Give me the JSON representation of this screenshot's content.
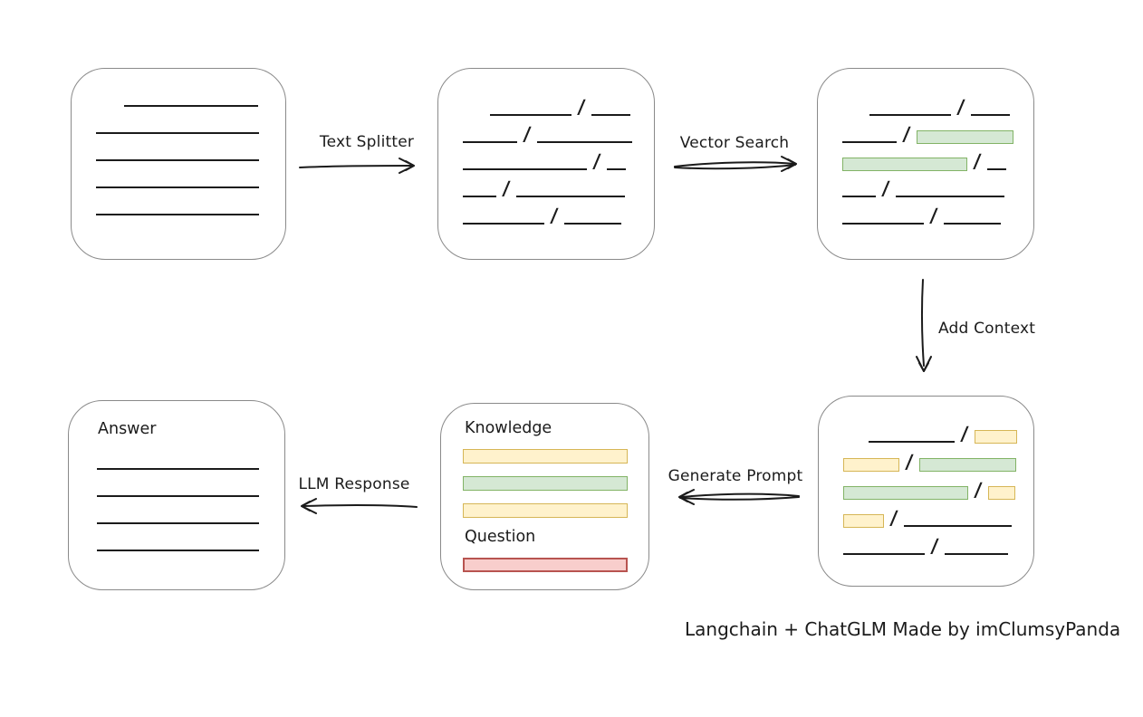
{
  "caption": "Langchain + ChatGLM Made by imClumsyPanda",
  "arrows": {
    "text_splitter": {
      "label": "Text Splitter",
      "direction": "right"
    },
    "vector_search": {
      "label": "Vector Search",
      "direction": "right"
    },
    "add_context": {
      "label": "Add Context",
      "direction": "down"
    },
    "generate_prompt": {
      "label": "Generate Prompt",
      "direction": "left"
    },
    "llm_response": {
      "label": "LLM Response",
      "direction": "left"
    }
  },
  "colors": {
    "ink": "#1b1b1b",
    "box_border": "#8a8a8a",
    "yellow_fill": "#fff2cc",
    "yellow_border": "#d6b656",
    "green_fill": "#d5e8d4",
    "green_border": "#82b366",
    "red_fill": "#f8cecc",
    "red_border": "#b85450"
  },
  "boxes": {
    "document": {
      "description": "source document with plain text lines",
      "rows": [
        {
          "indent": 58,
          "segments": [
            {
              "kind": "line",
              "w": 148
            }
          ]
        },
        {
          "indent": 27,
          "segments": [
            {
              "kind": "line",
              "w": 180
            }
          ]
        },
        {
          "indent": 27,
          "segments": [
            {
              "kind": "line",
              "w": 180
            }
          ]
        },
        {
          "indent": 27,
          "segments": [
            {
              "kind": "line",
              "w": 180
            }
          ]
        },
        {
          "indent": 27,
          "segments": [
            {
              "kind": "line",
              "w": 180
            }
          ]
        }
      ]
    },
    "chunks": {
      "description": "document split into chunks separated by slashes",
      "rows": [
        {
          "indent": 57,
          "segments": [
            {
              "kind": "line",
              "w": 90
            },
            {
              "kind": "line",
              "w": 43
            }
          ]
        },
        {
          "indent": 27,
          "segments": [
            {
              "kind": "line",
              "w": 60
            },
            {
              "kind": "line",
              "w": 105
            }
          ]
        },
        {
          "indent": 27,
          "segments": [
            {
              "kind": "line",
              "w": 137
            },
            {
              "kind": "line",
              "w": 21
            }
          ]
        },
        {
          "indent": 27,
          "segments": [
            {
              "kind": "line",
              "w": 37
            },
            {
              "kind": "line",
              "w": 120
            }
          ]
        },
        {
          "indent": 27,
          "segments": [
            {
              "kind": "line",
              "w": 90
            },
            {
              "kind": "line",
              "w": 63
            }
          ]
        }
      ]
    },
    "matched_chunks": {
      "description": "chunks with vector-search matches highlighted green",
      "rows": [
        {
          "indent": 57,
          "segments": [
            {
              "kind": "line",
              "w": 90
            },
            {
              "kind": "line",
              "w": 43
            }
          ]
        },
        {
          "indent": 27,
          "segments": [
            {
              "kind": "line",
              "w": 60
            },
            {
              "kind": "green",
              "w": 107
            }
          ]
        },
        {
          "indent": 27,
          "segments": [
            {
              "kind": "green",
              "w": 138
            },
            {
              "kind": "line",
              "w": 21
            }
          ]
        },
        {
          "indent": 27,
          "segments": [
            {
              "kind": "line",
              "w": 37
            },
            {
              "kind": "line",
              "w": 120
            }
          ]
        },
        {
          "indent": 27,
          "segments": [
            {
              "kind": "line",
              "w": 90
            },
            {
              "kind": "line",
              "w": 63
            }
          ]
        }
      ]
    },
    "context_chunks": {
      "description": "matched chunks plus added context highlighted yellow",
      "rows": [
        {
          "indent": 55,
          "segments": [
            {
              "kind": "line",
              "w": 95
            },
            {
              "kind": "yellow",
              "w": 47
            }
          ]
        },
        {
          "indent": 27,
          "segments": [
            {
              "kind": "yellow",
              "w": 62
            },
            {
              "kind": "green",
              "w": 107
            }
          ]
        },
        {
          "indent": 27,
          "segments": [
            {
              "kind": "green",
              "w": 138
            },
            {
              "kind": "yellow",
              "w": 30
            }
          ]
        },
        {
          "indent": 27,
          "segments": [
            {
              "kind": "yellow",
              "w": 45
            },
            {
              "kind": "line",
              "w": 119
            }
          ]
        },
        {
          "indent": 27,
          "segments": [
            {
              "kind": "line",
              "w": 90
            },
            {
              "kind": "line",
              "w": 70
            }
          ]
        }
      ]
    },
    "prompt": {
      "knowledge_label": "Knowledge",
      "question_label": "Question",
      "knowledge_bars": [
        {
          "color": "yellow"
        },
        {
          "color": "green"
        },
        {
          "color": "yellow"
        }
      ],
      "question_bars": [
        {
          "color": "red"
        }
      ]
    },
    "answer": {
      "label": "Answer",
      "rows": [
        {
          "indent": 31,
          "segments": [
            {
              "kind": "line",
              "w": 179
            }
          ]
        },
        {
          "indent": 31,
          "segments": [
            {
              "kind": "line",
              "w": 179
            }
          ]
        },
        {
          "indent": 31,
          "segments": [
            {
              "kind": "line",
              "w": 179
            }
          ]
        },
        {
          "indent": 31,
          "segments": [
            {
              "kind": "line",
              "w": 179
            }
          ]
        }
      ]
    }
  }
}
